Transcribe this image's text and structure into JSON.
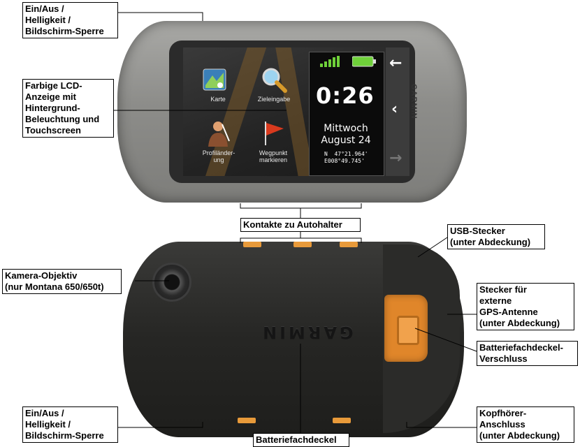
{
  "callouts": {
    "power_top": "Ein/Aus /\nHelligkeit /\nBildschirm-Sperre",
    "lcd": "Farbige LCD-\nAnzeige mit\nHintergrund-\nBeleuchtung und\nTouchscreen",
    "contacts": "Kontakte zu Autohalter",
    "usb": "USB-Stecker\n(unter Abdeckung)",
    "camera": "Kamera-Objektiv\n(nur Montana 650/650t)",
    "gps_antenna": "Stecker für\nexterne\nGPS-Antenne\n(unter Abdeckung)",
    "battery_latch": "Batteriefachdeckel-\nVerschluss",
    "power_bottom": "Ein/Aus /\nHelligkeit /\nBildschirm-Sperre",
    "battery_cover": "Batteriefachdeckel",
    "headphone": "Kopfhörer-\nAnschluss\n(unter Abdeckung)"
  },
  "screen": {
    "tiles": {
      "map": "Karte",
      "destination": "Zieleingabe",
      "profile": "Profiländer-\nung",
      "waypoint": "Wegpunkt\nmarkieren"
    },
    "clock": "0:26",
    "clock_leading": "0",
    "day": "Mittwoch",
    "date": "August 24",
    "coords": "N  47°21.964'\nE008°49.745'"
  },
  "device": {
    "brand": "GARMIN",
    "brand_side": "GARMIN"
  },
  "colors": {
    "accent_orange": "#e0862a",
    "battery_green": "#6fd13a",
    "tile_flag_red": "#d93a1e",
    "map_tile_blue": "#3a7fb8"
  },
  "icons": [
    "map-icon",
    "magnifier-icon",
    "person-icon",
    "flag-icon",
    "signal-icon",
    "battery-icon",
    "arrow-left-icon",
    "chevron-left-icon",
    "arrow-right-icon"
  ]
}
